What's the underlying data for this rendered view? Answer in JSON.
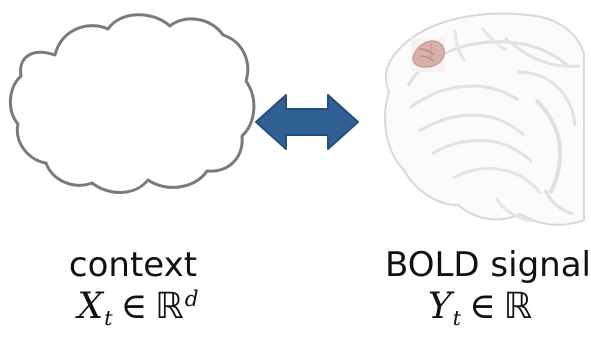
{
  "left": {
    "word": "context",
    "var": "X",
    "sub": "t",
    "op": "∈",
    "set": "ℝ",
    "sup": "d"
  },
  "right": {
    "word": "BOLD signal",
    "var": "Y",
    "sub": "t",
    "op": "∈",
    "set": "ℝ"
  },
  "icons": {
    "left": "cloud-icon",
    "center": "double-arrow-icon",
    "right": "brain-icon"
  },
  "colors": {
    "arrow_fill": "#2f5f93",
    "arrow_stroke": "#244f7d",
    "cloud_stroke": "#7a7a7a",
    "brain_stroke": "#d7d7d7",
    "brain_patch": "#d9b1aa"
  }
}
